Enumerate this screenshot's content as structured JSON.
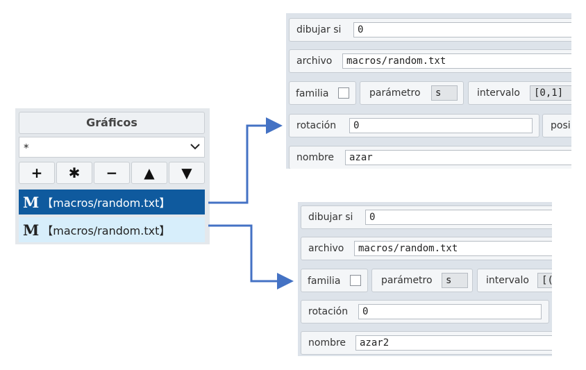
{
  "graphics_panel": {
    "title": "Gráficos",
    "filter_value": "*",
    "buttons": [
      "+",
      "✱",
      "−",
      "▲",
      "▼"
    ],
    "items": [
      {
        "prefix": "M",
        "label": "【macros/random.txt】",
        "selected": true
      },
      {
        "prefix": "M",
        "label": "【macros/random.txt】",
        "selected": false
      }
    ]
  },
  "panel_top": {
    "draw_if_label": "dibujar si",
    "draw_if_value": "0",
    "file_label": "archivo",
    "file_value": "macros/random.txt",
    "family_label": "familia",
    "param_label": "parámetro",
    "param_value": "s",
    "interval_label": "intervalo",
    "interval_value": "[0,1]",
    "rotation_label": "rotación",
    "rotation_value": "0",
    "position_label": "posi",
    "name_label": "nombre",
    "name_value": "azar"
  },
  "panel_bottom": {
    "draw_if_label": "dibujar si",
    "draw_if_value": "0",
    "file_label": "archivo",
    "file_value": "macros/random.txt",
    "family_label": "familia",
    "param_label": "parámetro",
    "param_value": "s",
    "interval_label": "intervalo",
    "interval_value": "[(",
    "rotation_label": "rotación",
    "rotation_value": "0",
    "name_label": "nombre",
    "name_value": "azar2"
  },
  "colors": {
    "accent": "#0f5a9e",
    "arrow": "#4472c4",
    "selected_bg": "#0f5a9e",
    "unselected_bg": "#d7eefb"
  }
}
